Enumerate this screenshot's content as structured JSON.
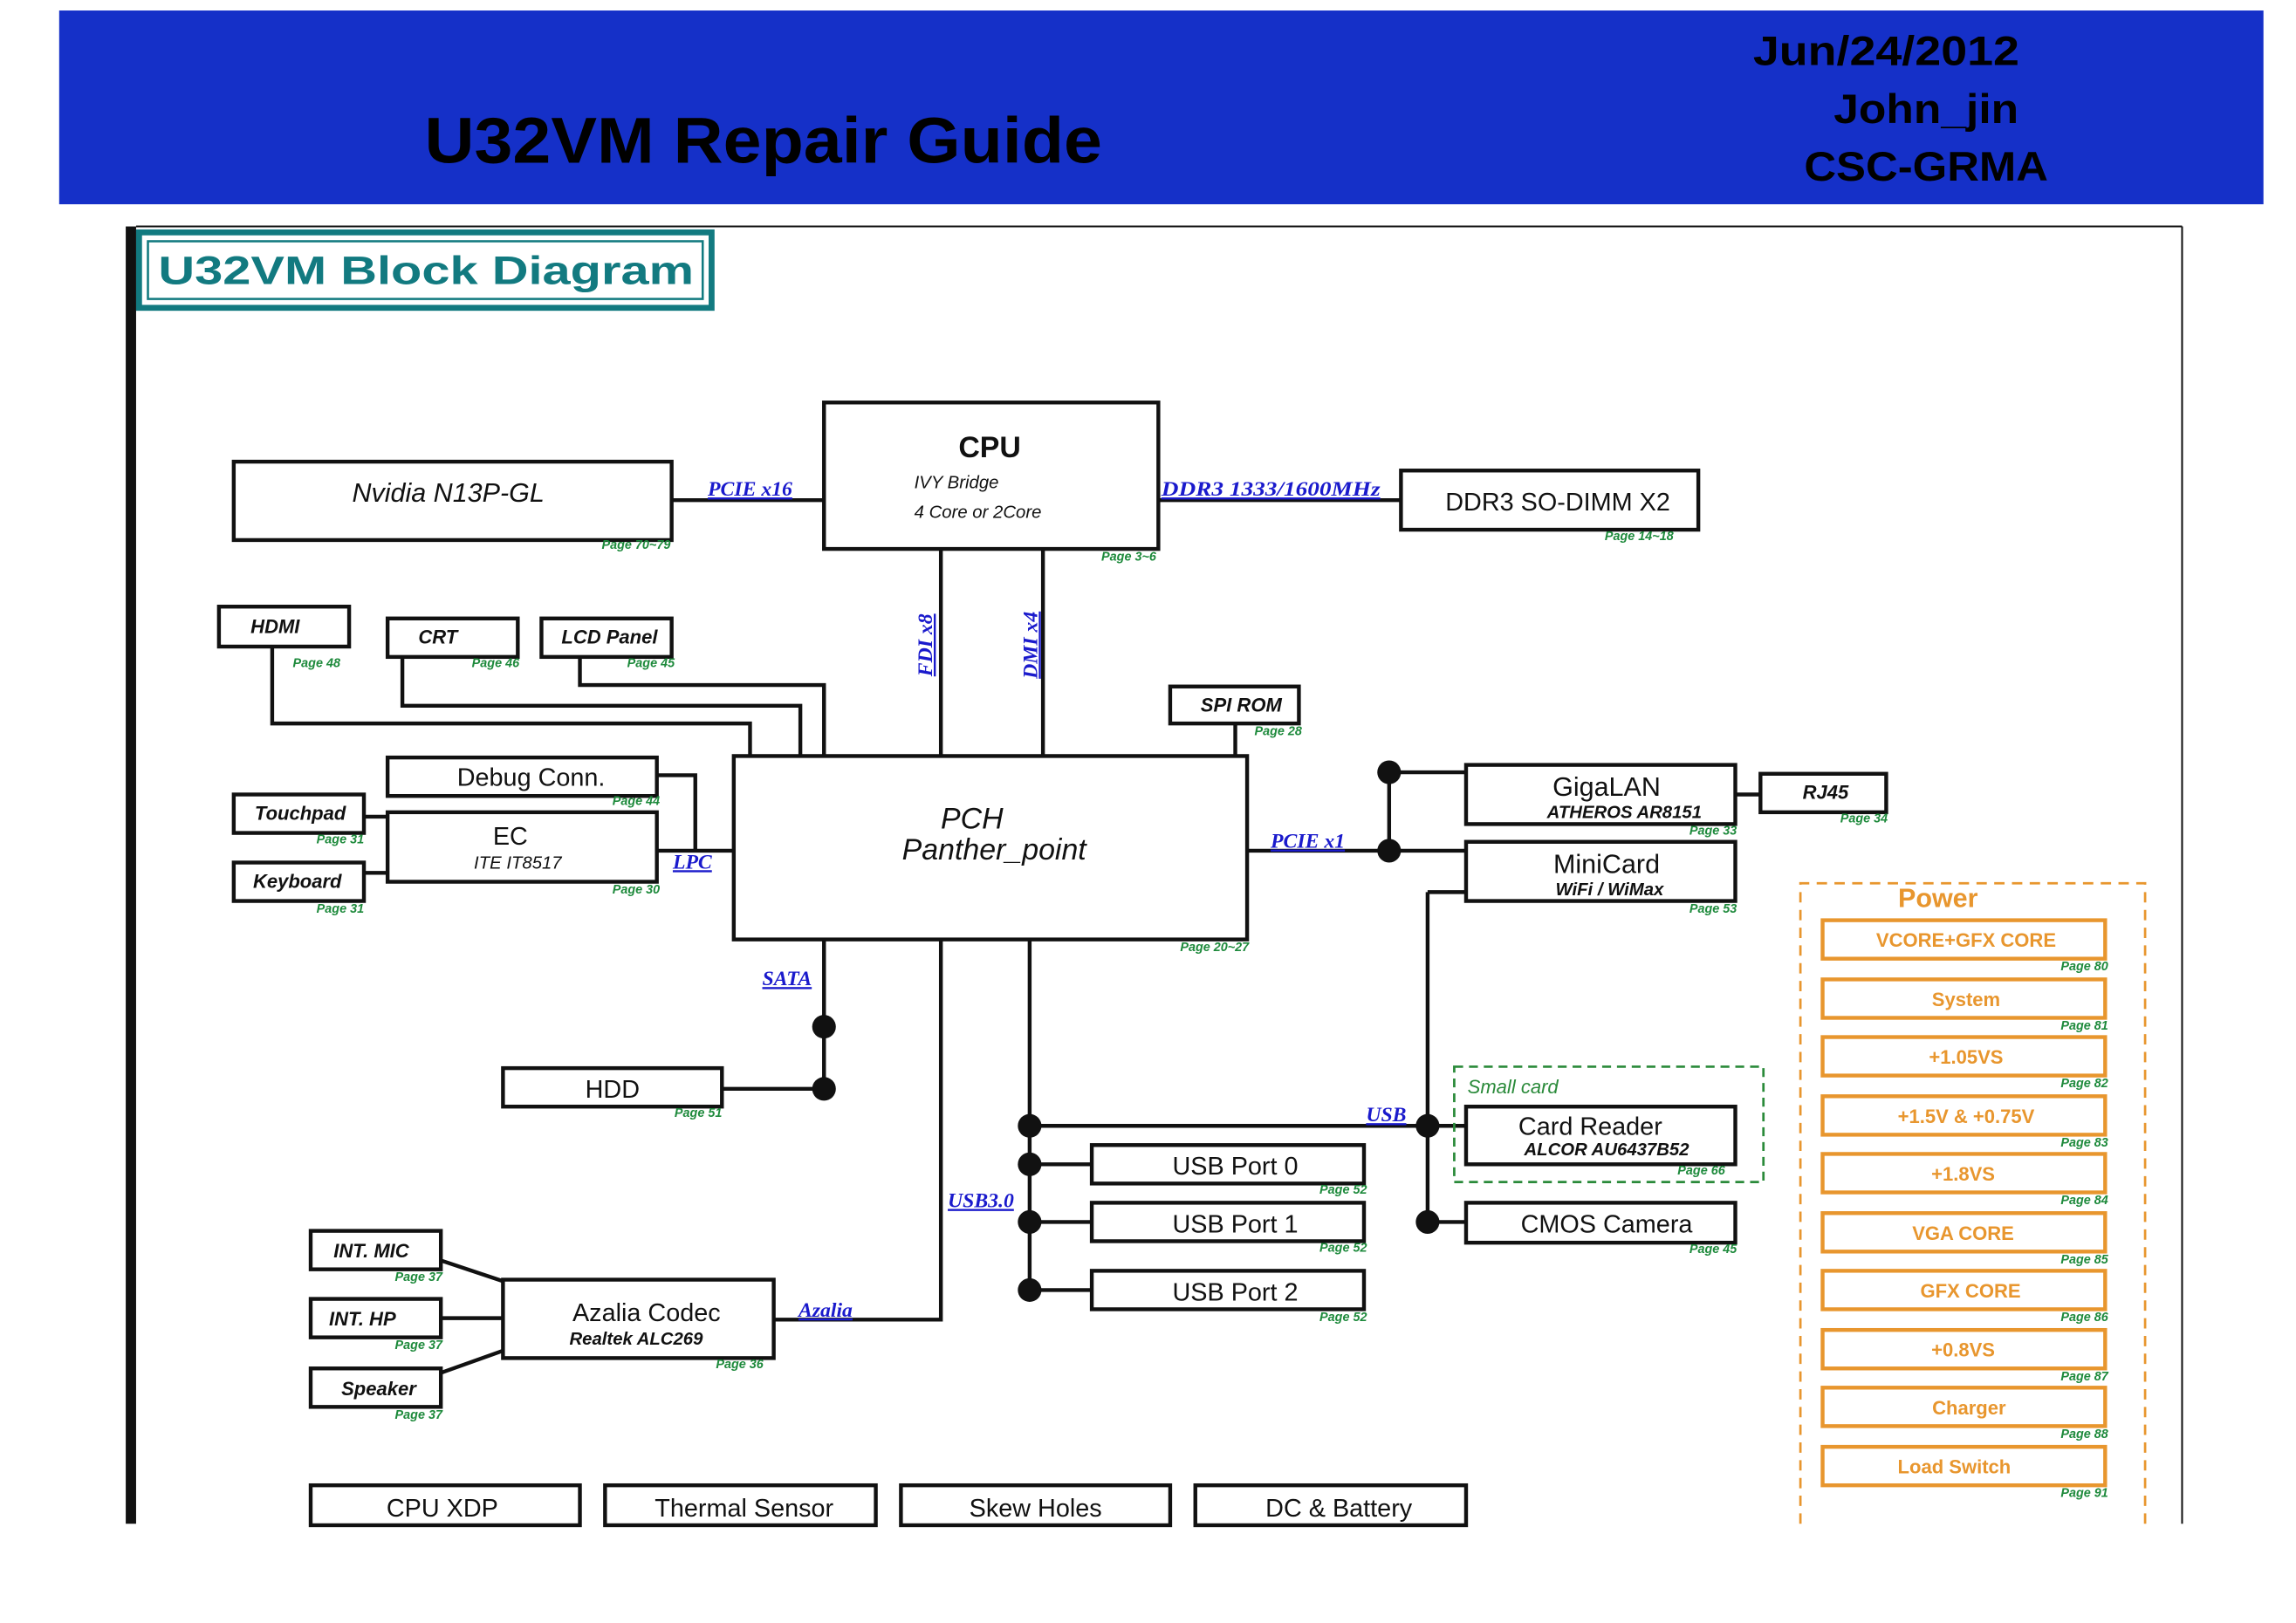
{
  "header": {
    "title": "U32VM Repair Guide",
    "date": "Jun/24/2012",
    "author": "John_jin",
    "group": "CSC-GRMA"
  },
  "diagram": {
    "title": "U32VM Block Diagram",
    "cpu": {
      "label": "CPU",
      "line1": "IVY Bridge",
      "line2": "4 Core or 2Core",
      "page": "Page 3~6"
    },
    "gpu": {
      "label": "Nvidia N13P-GL",
      "page": "Page 70~79"
    },
    "dimm": {
      "label": "DDR3 SO-DIMM X2",
      "page": "Page 14~18"
    },
    "hdmi": {
      "label": "HDMI",
      "page": "Page 48"
    },
    "crt": {
      "label": "CRT",
      "page": "Page 46"
    },
    "lcd": {
      "label": "LCD Panel",
      "page": "Page 45"
    },
    "spi_rom": {
      "label": "SPI ROM",
      "page": "Page 28"
    },
    "pch": {
      "label": "PCH",
      "line1": "Panther_point",
      "page": "Page 20~27"
    },
    "debug": {
      "label": "Debug Conn.",
      "page": "Page 44"
    },
    "ec": {
      "label": "EC",
      "line1": "ITE IT8517",
      "page": "Page 30"
    },
    "touchpad": {
      "label": "Touchpad",
      "page": "Page 31"
    },
    "keyboard": {
      "label": "Keyboard",
      "page": "Page 31"
    },
    "gigalan": {
      "label": "GigaLAN",
      "line1": "ATHEROS AR8151",
      "page": "Page 33"
    },
    "rj45": {
      "label": "RJ45",
      "page": "Page 34"
    },
    "minicard": {
      "label": "MiniCard",
      "line1": "WiFi / WiMax",
      "page": "Page 53"
    },
    "hdd": {
      "label": "HDD",
      "page": "Page 51"
    },
    "small_card": {
      "label": "Small card"
    },
    "card_reader": {
      "label": "Card Reader",
      "line1": "ALCOR AU6437B52",
      "page": "Page 66"
    },
    "cmos_camera": {
      "label": "CMOS Camera",
      "page": "Page 45"
    },
    "usb_ports": [
      {
        "label": "USB Port 0",
        "page": "Page 52"
      },
      {
        "label": "USB Port 1",
        "page": "Page 52"
      },
      {
        "label": "USB Port 2",
        "page": "Page 52"
      }
    ],
    "azalia": {
      "label": "Azalia Codec",
      "line1": "Realtek ALC269",
      "page": "Page 36"
    },
    "int_mic": {
      "label": "INT. MIC",
      "page": "Page 37"
    },
    "int_hp": {
      "label": "INT. HP",
      "page": "Page 37"
    },
    "speaker": {
      "label": "Speaker",
      "page": "Page 37"
    },
    "bottom": [
      "CPU XDP",
      "Thermal Sensor",
      "Skew Holes",
      "DC & Battery"
    ],
    "buses": {
      "pcie_x16": "PCIE x16",
      "ddr3": "DDR3 1333/1600MHz",
      "fdi": "FDI x8",
      "dmi": "DMI x4",
      "lpc": "LPC",
      "pcie_x1": "PCIE x1",
      "sata": "SATA",
      "usb3": "USB3.0",
      "usb": "USB",
      "azalia": "Azalia"
    },
    "power": {
      "title": "Power",
      "items": [
        {
          "label": "VCORE+GFX CORE",
          "page": "Page 80"
        },
        {
          "label": "System",
          "page": "Page 81"
        },
        {
          "label": "+1.05VS",
          "page": "Page 82"
        },
        {
          "label": "+1.5V & +0.75V",
          "page": "Page 83"
        },
        {
          "label": "+1.8VS",
          "page": "Page 84"
        },
        {
          "label": "VGA CORE",
          "page": "Page 85"
        },
        {
          "label": "GFX CORE",
          "page": "Page 86"
        },
        {
          "label": "+0.8VS",
          "page": "Page 87"
        },
        {
          "label": "Charger",
          "page": "Page 88"
        },
        {
          "label": "Load Switch",
          "page": "Page 91"
        }
      ]
    }
  },
  "colors": {
    "header_blue": "#1530c8",
    "title_teal": "#127a80",
    "bus_label_blue": "#1a1acc",
    "page_ref_green": "#1e8a3c",
    "power_orange": "#e8962e",
    "small_card_green": "#2a8a3a"
  }
}
